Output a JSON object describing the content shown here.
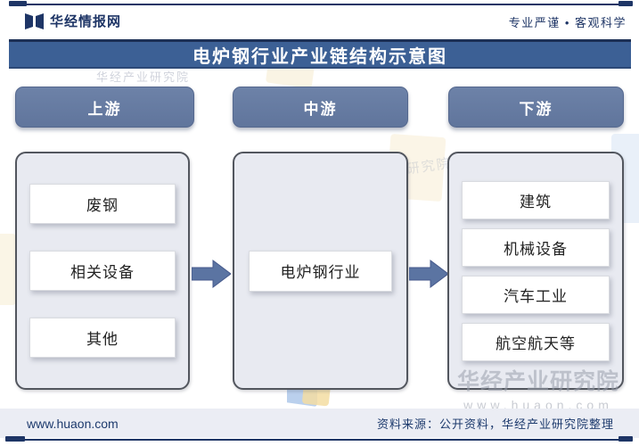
{
  "brand": {
    "name": "华经情报网",
    "slogan": "专业严谨 • 客观科学"
  },
  "title": "电炉钢行业产业链结构示意图",
  "chain": {
    "stages": [
      {
        "label": "上游",
        "items": [
          "废钢",
          "相关设备",
          "其他"
        ]
      },
      {
        "label": "中游",
        "items": [
          "电炉钢行业"
        ]
      },
      {
        "label": "下游",
        "items": [
          "建筑",
          "机械设备",
          "汽车工业",
          "航空航天等"
        ]
      }
    ]
  },
  "footer": {
    "website": "www.huaon.com",
    "source": "资料来源：公开资料，华经产业研究院整理"
  },
  "watermarks": {
    "institute": "华经产业研究院",
    "site": "www.huaon.com"
  },
  "colors": {
    "navy": "#1e3566",
    "title_bar_blue": "#3c6095",
    "stage_button_blue": "#64799f",
    "arrow_blue": "#5b74a2",
    "panel_bg": "#e8eaf1",
    "footer_strip_bg": "#ebedf4"
  }
}
